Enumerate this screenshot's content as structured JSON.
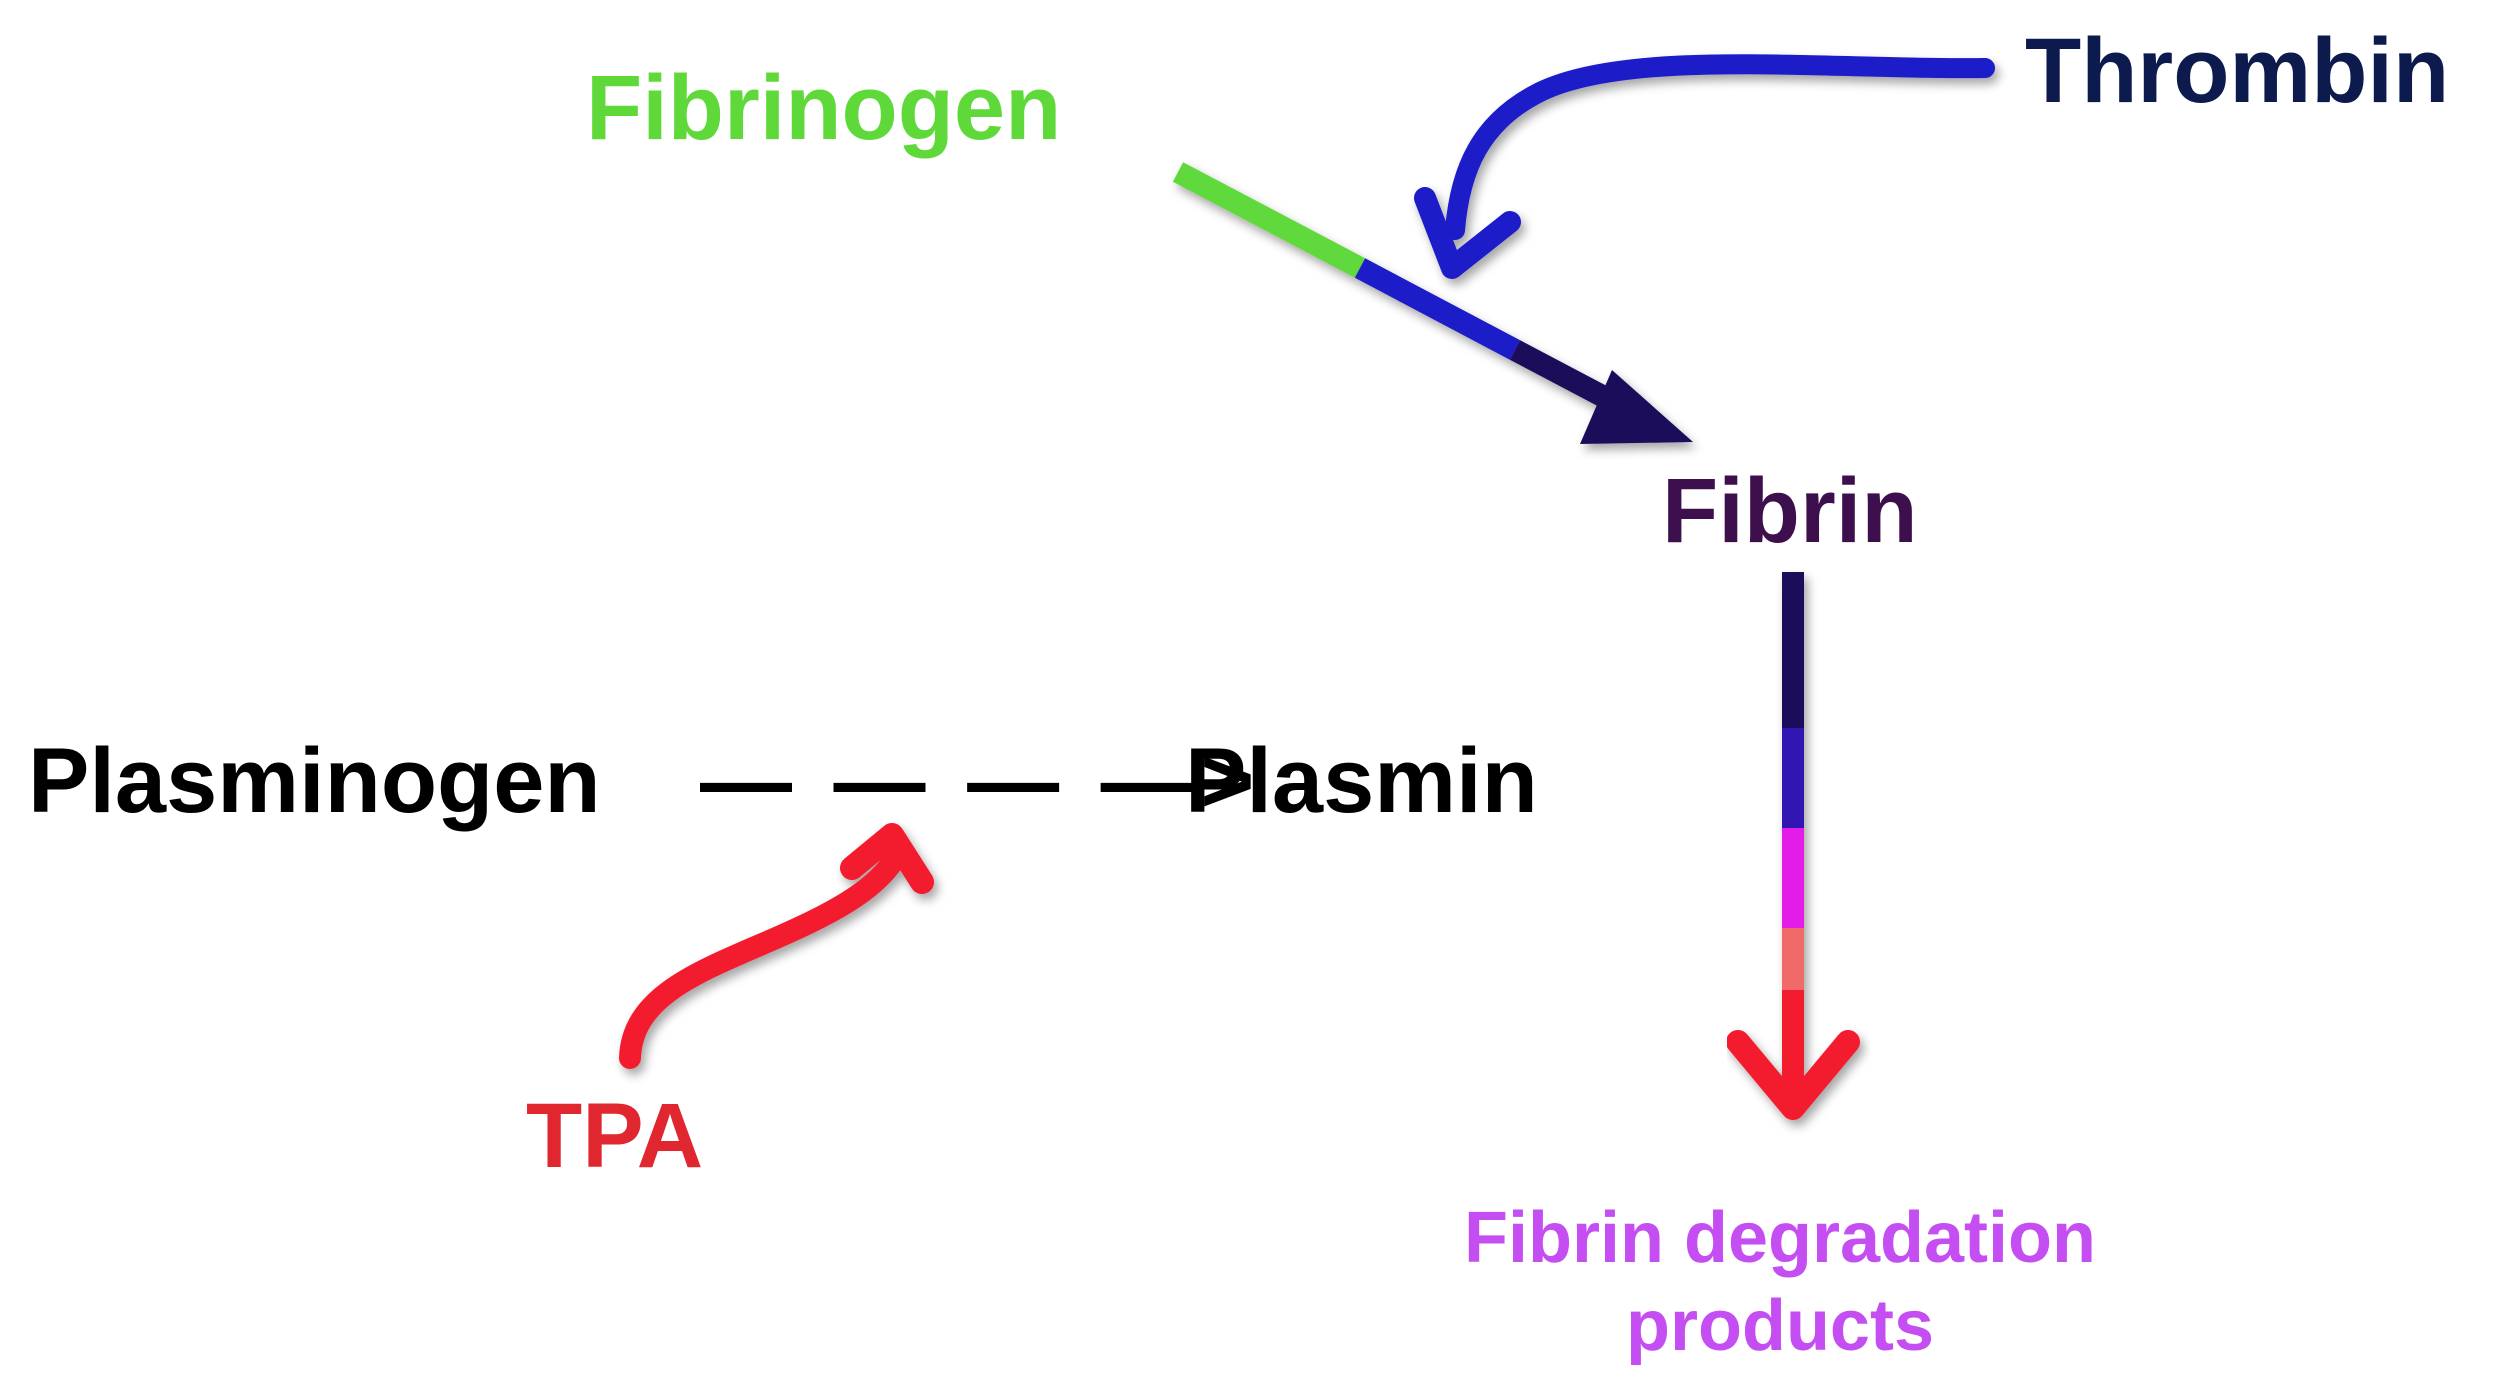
{
  "labels": {
    "fibrinogen": "Fibrinogen",
    "thrombin": "Thrombin",
    "fibrin": "Fibrin",
    "plasminogen": "Plasminogen",
    "conversion_arrow": "— — — —>",
    "plasmin": "Plasmin",
    "tpa": "TPA",
    "degradation_products_line1": "Fibrin degradation",
    "degradation_products_line2": "products"
  },
  "colors": {
    "fibrinogen": "#5fd93a",
    "thrombin": "#0d1a4d",
    "thrombin_arrow": "#1a1ac8",
    "fibrin": "#3d0f4d",
    "fibrin_arrow": "#1e0f5a",
    "plasminogen": "#000000",
    "plasmin": "#000000",
    "tpa": "#e0262e",
    "tpa_arrow": "#f21c2e",
    "degradation_products": "#c44ef2",
    "degradation_arrow_segments": [
      "#1e0f5a",
      "#3019b4",
      "#e31ce8",
      "#f06a6a",
      "#f21c2e"
    ]
  }
}
